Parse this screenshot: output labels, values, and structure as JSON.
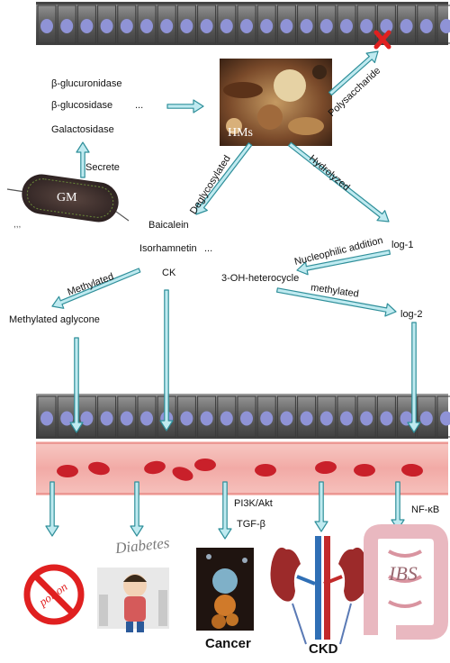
{
  "enzymes": {
    "items": [
      "β-glucuronidase",
      "β-glucosidase",
      "Galactosidase"
    ],
    "ellipsis": "..."
  },
  "gm": {
    "label": "GM",
    "secrete": "Secrete"
  },
  "herbs": {
    "label": "HMs"
  },
  "arrows": {
    "polysaccharide": "Polysaccharide",
    "deglycosylated": "Deglycosylated",
    "hydrolyzed": "Hydrolyzed",
    "nucleophilic": "Nucleophilic addition",
    "methylated_left": "Methylated",
    "methylated_right": "methylated"
  },
  "compounds": {
    "baicalein": "Baicalein",
    "isorhamnetin": "Isorhamnetin",
    "ellipsis": "...",
    "ck": "CK",
    "log1": "log-1",
    "heterocycle": "3-OH-heterocycle",
    "log2": "log-2",
    "methylated_aglycone": "Methylated aglycone"
  },
  "pathways": {
    "pi3k": "PI3K/Akt",
    "tgf": "TGF-β",
    "nfkb": "NF-κB"
  },
  "diseases": {
    "poison": "poison",
    "diabetes": "Diabetes",
    "cancer": "Cancer",
    "ckd": "CKD",
    "ibs": "IBS"
  },
  "colors": {
    "arrow_fill": "#bfeaf0",
    "arrow_stroke": "#2f8f9a",
    "membrane": "#6f6f6f",
    "nucleus": "#8f93d6",
    "vessel": "#f4b6b2",
    "rbc": "#c9202a",
    "blocked": "#e02020"
  }
}
